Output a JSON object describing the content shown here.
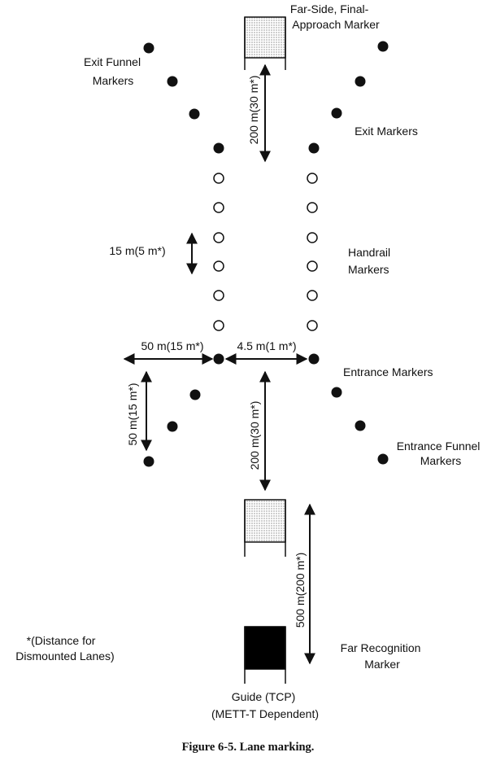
{
  "labels": {
    "far_side_marker": [
      "Far-Side, Final-",
      "Approach Marker"
    ],
    "exit_funnel": [
      "Exit Funnel",
      "Markers"
    ],
    "exit_markers": [
      "Exit Markers"
    ],
    "handrail": [
      "Handrail",
      "Markers"
    ],
    "entrance_markers": [
      "Entrance Markers"
    ],
    "entrance_funnel": [
      "Entrance Funnel",
      "Markers"
    ],
    "far_recognition": [
      "Far Recognition",
      "Marker"
    ],
    "guide": [
      "Guide (TCP)",
      "(METT-T Dependent)"
    ],
    "footnote": [
      "*(Distance for",
      "Dismounted Lanes)"
    ]
  },
  "dimensions": {
    "top_gap": "200 m(30 m*)",
    "handrail_spacing": "15 m(5 m*)",
    "lane_to_funnel": "50 m(15 m*)",
    "lane_width": "4.5 m(1 m*)",
    "funnel_spacing": "50 m(15 m*)",
    "entrance_to_marker": "200 m(30 m*)",
    "marker_to_guide": "500 m(200 m*)"
  },
  "caption": "Figure 6-5. Lane marking.",
  "colors": {
    "ink": "#111111",
    "marker_fill": "#d6d6d6",
    "guide_fill": "#000000"
  }
}
